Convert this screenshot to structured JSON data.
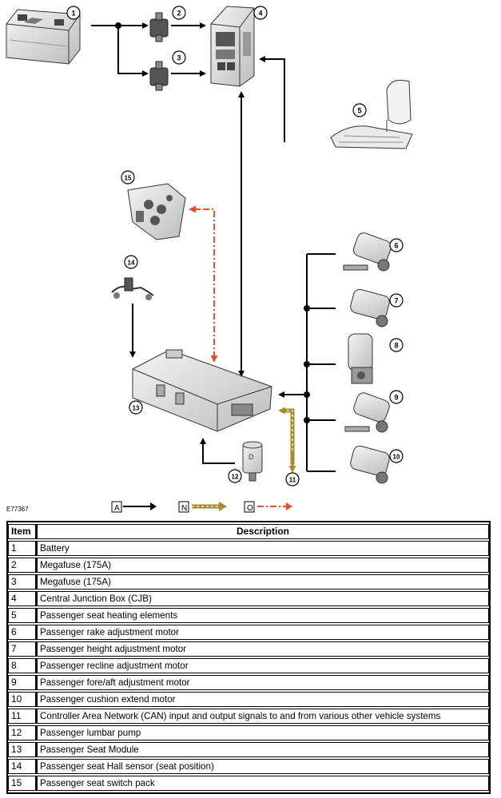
{
  "figure_id": "E77367",
  "callouts": [
    "1",
    "2",
    "3",
    "4",
    "5",
    "6",
    "7",
    "8",
    "9",
    "10",
    "11",
    "12",
    "13",
    "14",
    "15"
  ],
  "legend": [
    {
      "key": "A",
      "color": "#000000",
      "style": "solid"
    },
    {
      "key": "N",
      "color": "#a88a2a",
      "style": "dotted"
    },
    {
      "key": "O",
      "color": "#e8502a",
      "style": "dash-dot"
    }
  ],
  "table": {
    "headers": {
      "item": "Item",
      "description": "Description"
    },
    "rows": [
      {
        "item": "1",
        "description": "Battery"
      },
      {
        "item": "2",
        "description": "Megafuse (175A)"
      },
      {
        "item": "3",
        "description": "Megafuse (175A)"
      },
      {
        "item": "4",
        "description": "Central Junction Box (CJB)"
      },
      {
        "item": "5",
        "description": "Passenger seat heating elements"
      },
      {
        "item": "6",
        "description": "Passenger rake adjustment motor"
      },
      {
        "item": "7",
        "description": "Passenger height adjustment motor"
      },
      {
        "item": "8",
        "description": "Passenger recline adjustment motor"
      },
      {
        "item": "9",
        "description": "Passenger fore/aft adjustment motor"
      },
      {
        "item": "10",
        "description": "Passenger cushion extend motor"
      },
      {
        "item": "11",
        "description": "Controller Area Network (CAN) input and output signals to and from various other vehicle systems"
      },
      {
        "item": "12",
        "description": "Passenger lumbar pump"
      },
      {
        "item": "13",
        "description": "Passenger Seat Module"
      },
      {
        "item": "14",
        "description": "Passenger seat Hall sensor (seat position)"
      },
      {
        "item": "15",
        "description": "Passenger seat switch pack"
      }
    ]
  }
}
